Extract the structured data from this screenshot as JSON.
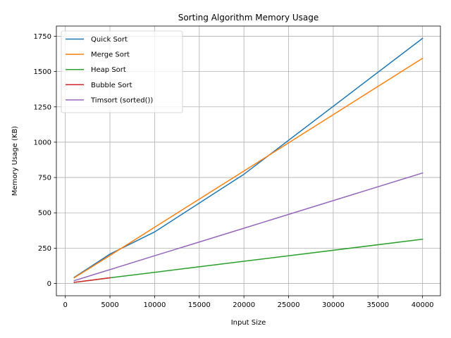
{
  "chart_data": {
    "type": "line",
    "title": "Sorting Algorithm Memory Usage",
    "xlabel": "Input Size",
    "ylabel": "Memory Usage (KB)",
    "xlim": [
      -1000,
      42000
    ],
    "ylim": [
      -87,
      1822
    ],
    "xticks": [
      0,
      5000,
      10000,
      15000,
      20000,
      25000,
      30000,
      35000,
      40000
    ],
    "yticks": [
      0,
      250,
      500,
      750,
      1000,
      1250,
      1500,
      1750
    ],
    "grid": true,
    "legend_position": "top-left",
    "series": [
      {
        "name": "Quick Sort",
        "color": "#1f77b4",
        "x": [
          1000,
          5000,
          10000,
          20000,
          40000
        ],
        "y": [
          43,
          208,
          365,
          773,
          1735
        ]
      },
      {
        "name": "Merge Sort",
        "color": "#ff7f0e",
        "x": [
          1000,
          5000,
          10000,
          20000,
          40000
        ],
        "y": [
          40,
          198,
          398,
          796,
          1594
        ]
      },
      {
        "name": "Heap Sort",
        "color": "#2ca02c",
        "x": [
          1000,
          5000,
          10000,
          20000,
          40000
        ],
        "y": [
          8,
          40,
          79,
          157,
          313
        ]
      },
      {
        "name": "Bubble Sort",
        "color": "#d62728",
        "x": [
          1000,
          5000
        ],
        "y": [
          8,
          40
        ]
      },
      {
        "name": "Timsort (sorted())",
        "color": "#9467bd",
        "x": [
          1000,
          5000,
          10000,
          20000,
          40000
        ],
        "y": [
          20,
          98,
          196,
          391,
          782
        ]
      }
    ]
  }
}
